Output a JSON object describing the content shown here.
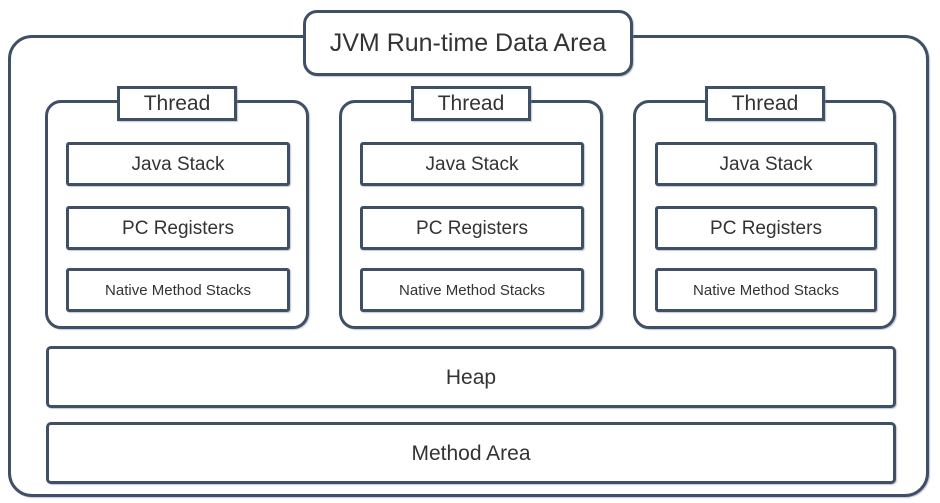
{
  "diagram": {
    "title": "JVM Run-time Data Area",
    "colors": {
      "border": "#3e4f66",
      "text": "#333333",
      "background": "#ffffff"
    },
    "threads": [
      {
        "label": "Thread",
        "items": [
          {
            "label": "Java Stack"
          },
          {
            "label": "PC Registers"
          },
          {
            "label": "Native Method Stacks"
          }
        ]
      },
      {
        "label": "Thread",
        "items": [
          {
            "label": "Java Stack"
          },
          {
            "label": "PC Registers"
          },
          {
            "label": "Native Method Stacks"
          }
        ]
      },
      {
        "label": "Thread",
        "items": [
          {
            "label": "Java Stack"
          },
          {
            "label": "PC Registers"
          },
          {
            "label": "Native Method Stacks"
          }
        ]
      }
    ],
    "shared_areas": [
      {
        "label": "Heap"
      },
      {
        "label": "Method Area"
      }
    ]
  }
}
